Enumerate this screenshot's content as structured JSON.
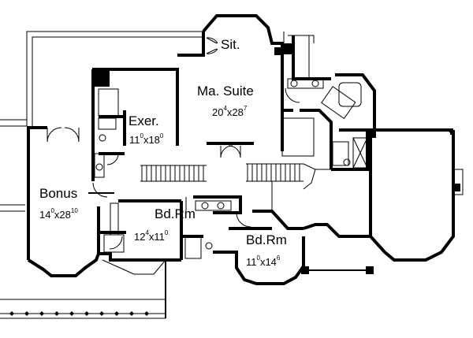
{
  "rooms": {
    "sitting": {
      "name": "Sit."
    },
    "master_suite": {
      "name": "Ma. Suite",
      "w_ft": "20",
      "w_in": "4",
      "sep": "x",
      "d_ft": "28",
      "d_in": "7"
    },
    "exercise": {
      "name": "Exer.",
      "w_ft": "11",
      "w_in": "0",
      "sep": "x",
      "d_ft": "18",
      "d_in": "0"
    },
    "bonus": {
      "name": "Bonus",
      "w_ft": "14",
      "w_in": "0",
      "sep": "x",
      "d_ft": "28",
      "d_in": "10"
    },
    "bedroom_1": {
      "name": "Bd.Rm",
      "w_ft": "12",
      "w_in": "4",
      "sep": "x",
      "d_ft": "11",
      "d_in": "0"
    },
    "bedroom_2": {
      "name": "Bd.Rm",
      "w_ft": "11",
      "w_in": "0",
      "sep": "x",
      "d_ft": "14",
      "d_in": "6"
    }
  },
  "colors": {
    "wall": "#000000",
    "background": "#ffffff",
    "roof": "#000000"
  }
}
